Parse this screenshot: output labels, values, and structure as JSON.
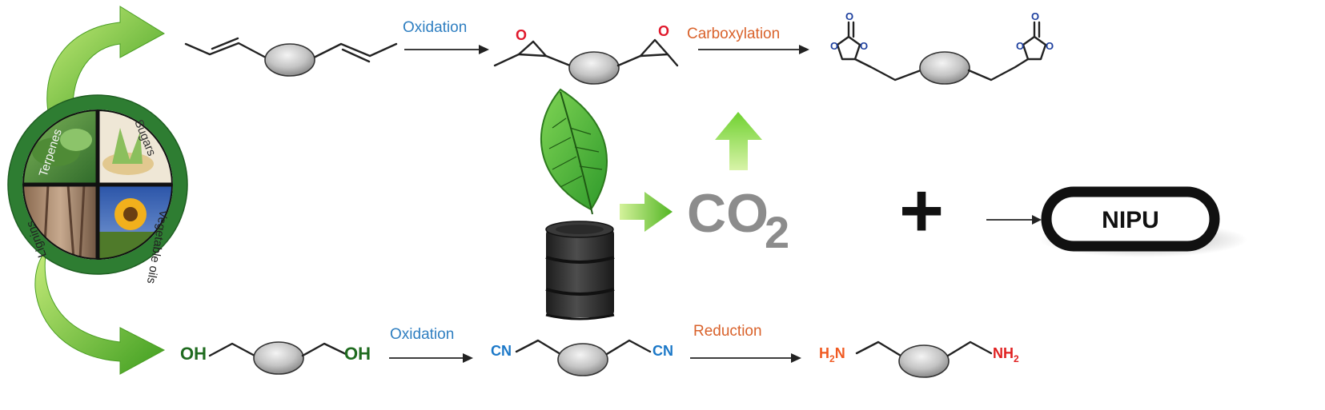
{
  "diagram": {
    "quadrants": [
      "Terpenes",
      "Sugars",
      "Vegetable oils",
      "Lignins"
    ],
    "top_route": {
      "step1_label": "Oxidation",
      "step2_label": "Carboxylation",
      "epoxide_atom": "O",
      "carbonate_atom": "O"
    },
    "bottom_route": {
      "step1_label": "Oxidation",
      "step2_label": "Reduction",
      "alcohol_group": "OH",
      "nitrile_group": "CN",
      "amine_left": "H",
      "amine_left_sub": "2",
      "amine_left_tail": "N",
      "amine_right": "NH",
      "amine_right_sub": "2"
    },
    "co2": {
      "main": "CO",
      "sub": "2"
    },
    "plus": "+",
    "product": "NIPU",
    "colors": {
      "arrow_green": "#5fbf2a",
      "ring_green": "#2e7d32",
      "oxidation_blue": "#2f7fc1",
      "step_orange": "#d9622b",
      "oxygen_red": "#e0192c",
      "carbonate_blue": "#1d3f9e",
      "hydroxyl_green": "#1f6b1f",
      "nitrile_blue": "#1b78c8",
      "amine_orange": "#f05a22",
      "amine_red": "#e02020",
      "co2_gray": "#8c8c8c"
    }
  }
}
